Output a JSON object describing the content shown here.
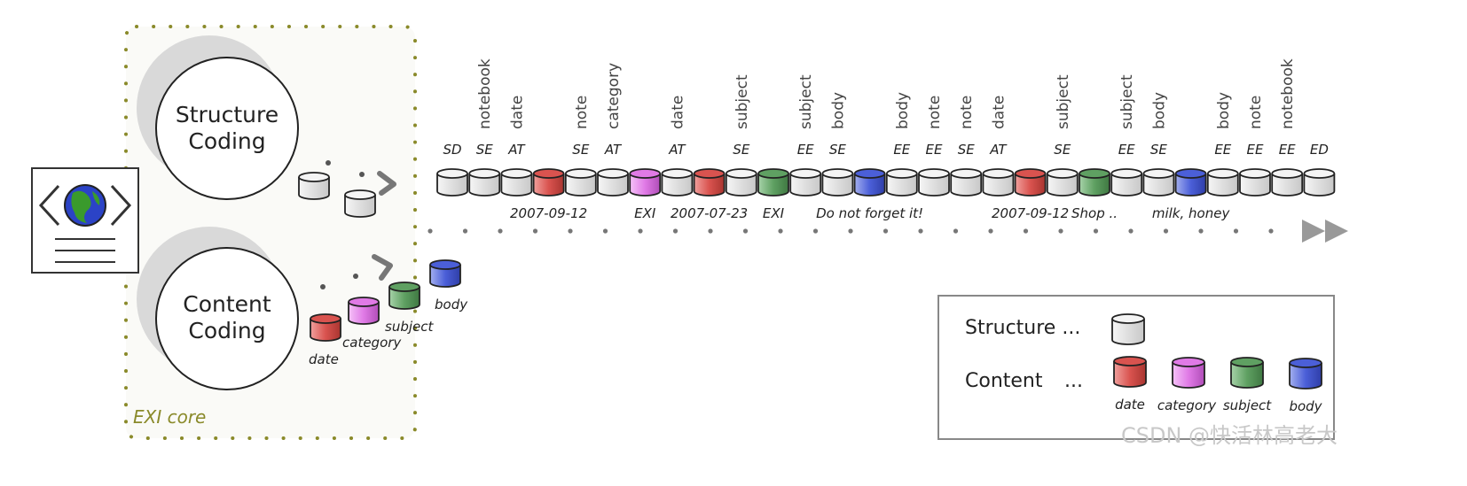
{
  "core": {
    "label": "EXI core",
    "structure_coding": [
      "Structure",
      "Coding"
    ],
    "content_coding": [
      "Content",
      "Coding"
    ]
  },
  "channel_labels": [
    "date",
    "category",
    "subject",
    "body"
  ],
  "stream": [
    {
      "code": "SD",
      "type": "structure",
      "label": ""
    },
    {
      "code": "SE",
      "type": "structure",
      "label": "notebook"
    },
    {
      "code": "AT",
      "type": "structure",
      "label": "date"
    },
    {
      "code": "",
      "type": "date",
      "label": ""
    },
    {
      "code": "SE",
      "type": "structure",
      "label": "note"
    },
    {
      "code": "AT",
      "type": "structure",
      "label": "category"
    },
    {
      "code": "",
      "type": "category",
      "label": ""
    },
    {
      "code": "AT",
      "type": "structure",
      "label": "date"
    },
    {
      "code": "",
      "type": "date",
      "label": ""
    },
    {
      "code": "SE",
      "type": "structure",
      "label": "subject"
    },
    {
      "code": "",
      "type": "subject",
      "label": ""
    },
    {
      "code": "EE",
      "type": "structure",
      "label": "subject"
    },
    {
      "code": "SE",
      "type": "structure",
      "label": "body"
    },
    {
      "code": "",
      "type": "body",
      "label": ""
    },
    {
      "code": "EE",
      "type": "structure",
      "label": "body"
    },
    {
      "code": "EE",
      "type": "structure",
      "label": "note"
    },
    {
      "code": "SE",
      "type": "structure",
      "label": "note"
    },
    {
      "code": "AT",
      "type": "structure",
      "label": "date"
    },
    {
      "code": "",
      "type": "date",
      "label": ""
    },
    {
      "code": "SE",
      "type": "structure",
      "label": "subject"
    },
    {
      "code": "",
      "type": "subject",
      "label": ""
    },
    {
      "code": "EE",
      "type": "structure",
      "label": "subject"
    },
    {
      "code": "SE",
      "type": "structure",
      "label": "body"
    },
    {
      "code": "",
      "type": "body",
      "label": ""
    },
    {
      "code": "EE",
      "type": "structure",
      "label": "body"
    },
    {
      "code": "EE",
      "type": "structure",
      "label": "note"
    },
    {
      "code": "EE",
      "type": "structure",
      "label": "notebook"
    },
    {
      "code": "ED",
      "type": "structure",
      "label": ""
    }
  ],
  "values": [
    {
      "text": "2007-09-12",
      "at": 3
    },
    {
      "text": "EXI",
      "at": 6
    },
    {
      "text": "2007-07-23",
      "at": 8
    },
    {
      "text": "EXI",
      "at": 10
    },
    {
      "text": "Do not forget it!",
      "at": 13
    },
    {
      "text": "2007-09-12",
      "at": 18
    },
    {
      "text": "Shop ..",
      "at": 20
    },
    {
      "text": "milk, honey",
      "at": 23
    }
  ],
  "legend": {
    "structure": "Structure ...",
    "content_label": "Content",
    "content_dots": "...",
    "items": [
      "date",
      "category",
      "subject",
      "body"
    ]
  },
  "colors": {
    "structure": "#ececec",
    "date": "#d9534f",
    "category": "#e07ae6",
    "subject": "#5fa062",
    "body": "#4b5fd8",
    "core_dots": "#8a8a2a"
  },
  "watermark": "CSDN @快活林高老大"
}
